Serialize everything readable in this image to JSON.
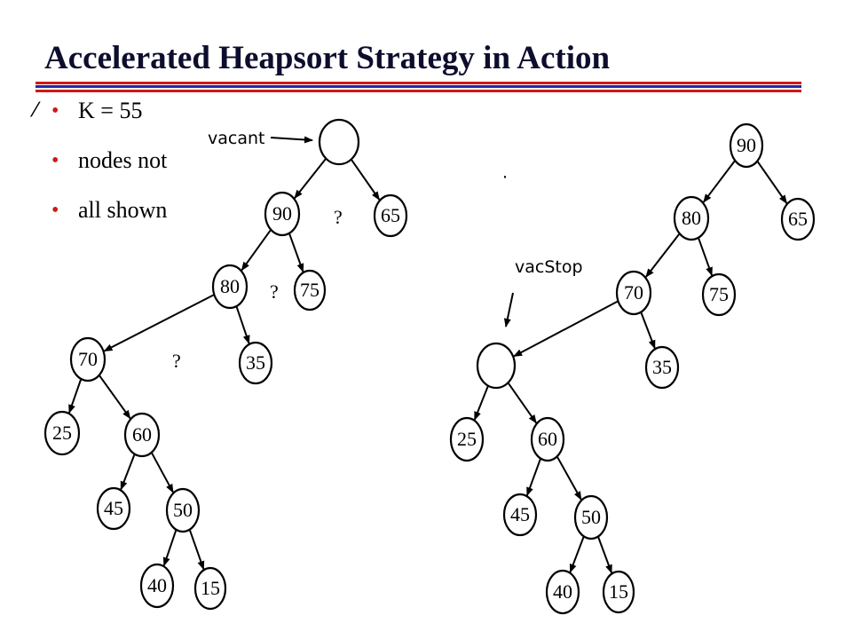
{
  "slide": {
    "title": "Accelerated Heapsort Strategy in Action",
    "bullets": [
      "K = 55",
      "nodes not",
      "all shown"
    ],
    "stray_mark": "⁄"
  },
  "colors": {
    "title": "#0d0d2e",
    "rule_red": "#d01818",
    "rule_blue": "#1a2aa8",
    "bullet": "#d01818"
  },
  "trees": {
    "left": {
      "annotation": "vacant",
      "question_marks": [
        "?",
        "?",
        "?"
      ],
      "nodes": [
        {
          "id": "L0",
          "label": ""
        },
        {
          "id": "L1",
          "label": "90"
        },
        {
          "id": "L2",
          "label": "65"
        },
        {
          "id": "L3",
          "label": "80"
        },
        {
          "id": "L4",
          "label": "75"
        },
        {
          "id": "L5",
          "label": "70"
        },
        {
          "id": "L6",
          "label": "35"
        },
        {
          "id": "L7",
          "label": "25"
        },
        {
          "id": "L8",
          "label": "60"
        },
        {
          "id": "L9",
          "label": "45"
        },
        {
          "id": "L10",
          "label": "50"
        },
        {
          "id": "L11",
          "label": "40"
        },
        {
          "id": "L12",
          "label": "15"
        }
      ],
      "edges": [
        [
          "L0",
          "L1"
        ],
        [
          "L0",
          "L2"
        ],
        [
          "L1",
          "L3"
        ],
        [
          "L1",
          "L4"
        ],
        [
          "L3",
          "L5"
        ],
        [
          "L3",
          "L6"
        ],
        [
          "L5",
          "L7"
        ],
        [
          "L5",
          "L8"
        ],
        [
          "L8",
          "L9"
        ],
        [
          "L8",
          "L10"
        ],
        [
          "L10",
          "L11"
        ],
        [
          "L10",
          "L12"
        ]
      ]
    },
    "right": {
      "annotation": "vacStop",
      "nodes": [
        {
          "id": "R0",
          "label": "90"
        },
        {
          "id": "R1",
          "label": "80"
        },
        {
          "id": "R2",
          "label": "65"
        },
        {
          "id": "R3",
          "label": "70"
        },
        {
          "id": "R4",
          "label": "75"
        },
        {
          "id": "R5",
          "label": ""
        },
        {
          "id": "R6",
          "label": "35"
        },
        {
          "id": "R7",
          "label": "25"
        },
        {
          "id": "R8",
          "label": "60"
        },
        {
          "id": "R9",
          "label": "45"
        },
        {
          "id": "R10",
          "label": "50"
        },
        {
          "id": "R11",
          "label": "40"
        },
        {
          "id": "R12",
          "label": "15"
        }
      ],
      "edges": [
        [
          "R0",
          "R1"
        ],
        [
          "R0",
          "R2"
        ],
        [
          "R1",
          "R3"
        ],
        [
          "R1",
          "R4"
        ],
        [
          "R3",
          "R5"
        ],
        [
          "R3",
          "R6"
        ],
        [
          "R5",
          "R7"
        ],
        [
          "R5",
          "R8"
        ],
        [
          "R8",
          "R9"
        ],
        [
          "R8",
          "R10"
        ],
        [
          "R10",
          "R11"
        ],
        [
          "R10",
          "R12"
        ]
      ]
    }
  }
}
